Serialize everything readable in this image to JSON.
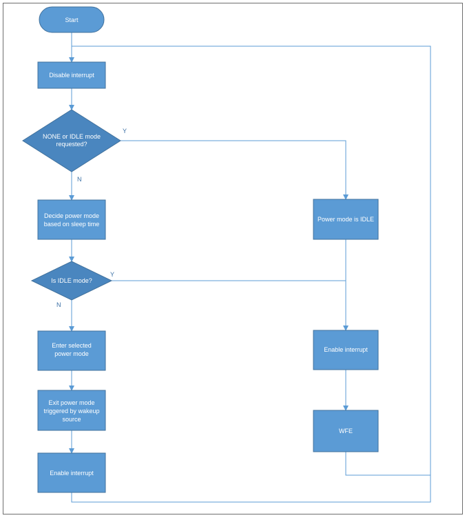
{
  "flowchart": {
    "start": "Start",
    "disable_interrupt": "Disable interrupt",
    "decision_none_idle": [
      "NONE or IDLE mode",
      "requested?"
    ],
    "decide_power_mode": [
      "Decide power mode",
      "based on sleep time"
    ],
    "decision_is_idle": "Is IDLE mode?",
    "enter_power_mode": [
      "Enter selected",
      "power mode"
    ],
    "exit_power_mode": [
      "Exit power mode",
      "triggered by wakeup",
      "source"
    ],
    "enable_interrupt_left": "Enable interrupt",
    "power_mode_idle": "Power mode is IDLE",
    "enable_interrupt_right": "Enable interrupt",
    "wfe": "WFE",
    "yes_label": "Y",
    "no_label": "N"
  },
  "colors": {
    "node_fill": "#5b9bd5",
    "node_border": "#41719c",
    "line": "#5b9bd5"
  }
}
